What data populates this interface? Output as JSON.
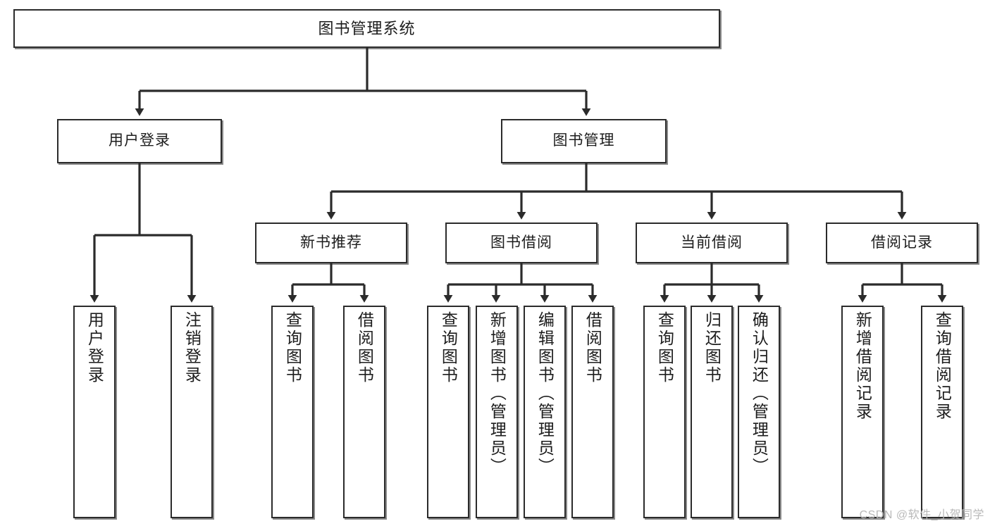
{
  "diagram": {
    "type": "tree-hierarchy",
    "title": "图书管理系统",
    "orientation": "top-down",
    "colors": {
      "box_border": "#2b2b2b",
      "box_fill": "#ffffff",
      "connector": "#2b2b2b",
      "text": "#1d1d1d",
      "watermark": "#b9b9b9"
    },
    "root": {
      "label": "图书管理系统"
    },
    "level2": [
      {
        "label": "用户登录"
      },
      {
        "label": "图书管理"
      }
    ],
    "level3": [
      {
        "label": "新书推荐"
      },
      {
        "label": "图书借阅"
      },
      {
        "label": "当前借阅"
      },
      {
        "label": "借阅记录"
      }
    ],
    "leaves": {
      "user_login": [
        {
          "label": "用户登录"
        },
        {
          "label": "注销登录"
        }
      ],
      "new_book": [
        {
          "label": "查询图书"
        },
        {
          "label": "借阅图书"
        }
      ],
      "book_borrow": [
        {
          "label": "查询图书"
        },
        {
          "label": "新增图书（管理员）"
        },
        {
          "label": "编辑图书（管理员）"
        },
        {
          "label": "借阅图书"
        }
      ],
      "current_borrow": [
        {
          "label": "查询图书"
        },
        {
          "label": "归还图书"
        },
        {
          "label": "确认归还（管理员）"
        }
      ],
      "borrow_record": [
        {
          "label": "新增借阅记录"
        },
        {
          "label": "查询借阅记录"
        }
      ]
    }
  },
  "watermark": {
    "text": "CSDN @软件_小贺同学"
  }
}
